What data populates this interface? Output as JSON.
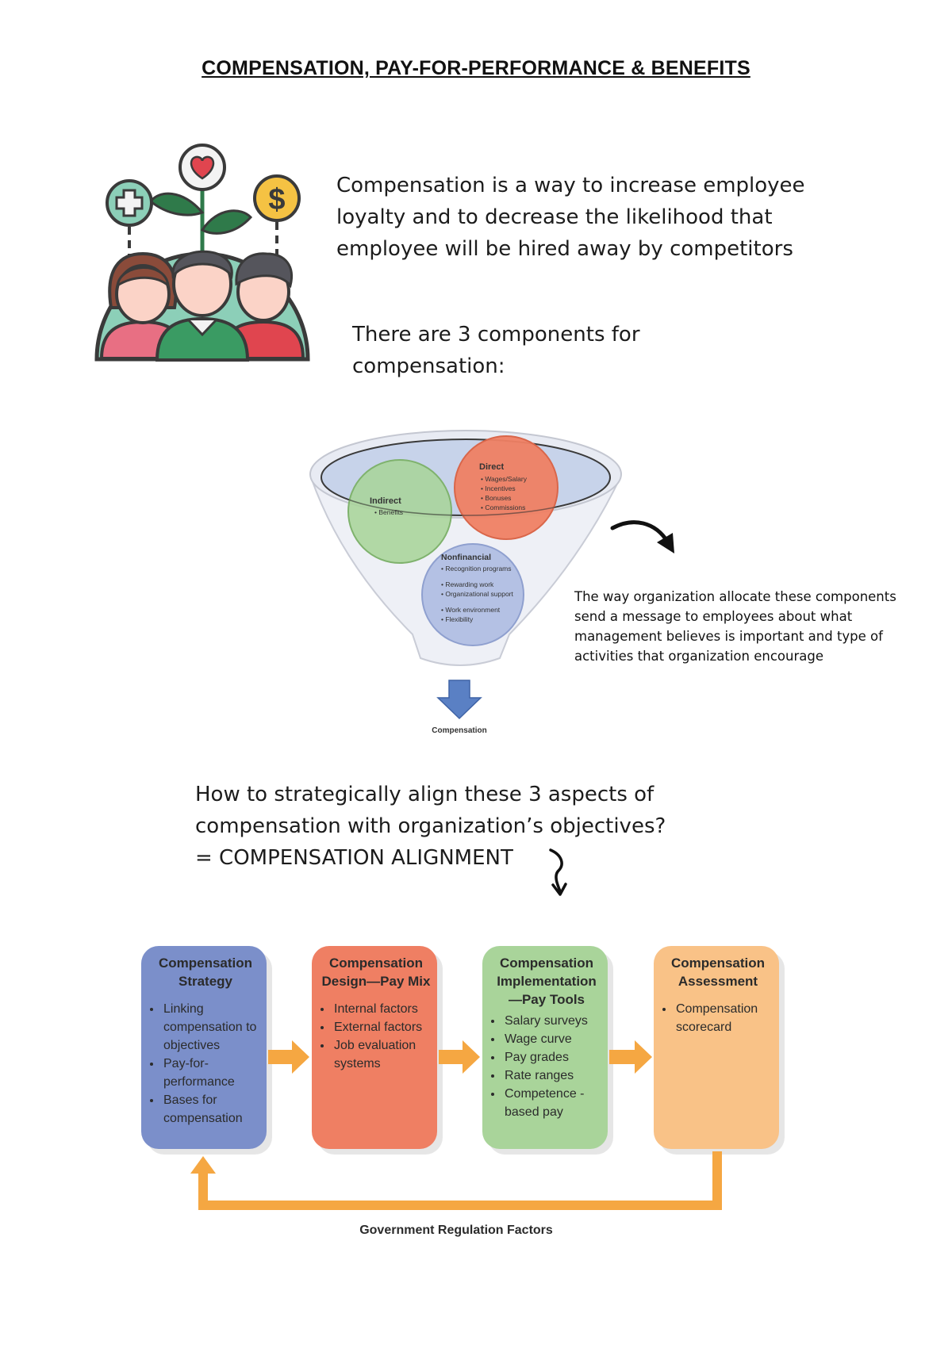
{
  "title": "COMPENSATION, PAY-FOR-PERFORMANCE & BENEFITS",
  "intro": {
    "lines": [
      "Compensation is a way to increase employee",
      "loyalty and to decrease the likelihood that",
      "employee will be hired away by competitors"
    ]
  },
  "components_heading": {
    "lines": [
      "There are 3 components for",
      "compensation:"
    ]
  },
  "funnel": {
    "direct": {
      "title": "Direct",
      "items": [
        "Wages/Salary",
        "Incentives",
        "Bonuses",
        "Commissions"
      ],
      "color": "#ef7f63"
    },
    "indirect": {
      "title": "Indirect",
      "items": [
        "Benefits"
      ],
      "color": "#a9d49a"
    },
    "nonfinancial": {
      "title": "Nonfinancial",
      "items": [
        "Recognition programs",
        "Rewarding work",
        "Organizational support",
        "Work environment",
        "Flexibility"
      ],
      "color": "#b4c1e4"
    },
    "output_label": "Compensation"
  },
  "allocation_note": {
    "lines": [
      "The way organization allocate these components",
      "send a message to employees about what",
      "management believes is important and type of",
      "activities that organization encourage"
    ]
  },
  "alignment_question": {
    "lines": [
      "How to strategically align these 3 aspects of",
      "compensation with organization’s objectives?",
      "= COMPENSATION ALIGNMENT"
    ]
  },
  "flow": [
    {
      "title": "Compensation Strategy",
      "items": [
        "Linking compensation to objectives",
        "Pay-for-performance",
        "Bases for compensation"
      ],
      "color": "#7b8fca"
    },
    {
      "title": "Compensation Design—Pay Mix",
      "items": [
        "Internal factors",
        "External factors",
        "Job evaluation systems"
      ],
      "color": "#ef7f63"
    },
    {
      "title": "Compensation Implementation —Pay Tools",
      "items": [
        "Salary surveys",
        "Wage curve",
        "Pay grades",
        "Rate ranges",
        "Competence - based pay"
      ],
      "color": "#a9d49a"
    },
    {
      "title": "Compensation Assessment",
      "items": [
        "Compensation scorecard"
      ],
      "color": "#f9c287"
    }
  ],
  "feedback_label": "Government Regulation Factors",
  "colors": {
    "arrow_orange": "#f5a742",
    "down_arrow_blue": "#5a80c4",
    "illustration_teal": "#8ccfb8",
    "heart_red": "#e0454f",
    "dollar_gold": "#f5c243"
  },
  "icons": [
    "medical-cross-icon",
    "heart-icon",
    "dollar-coin-icon",
    "plant-icon",
    "people-group-icon"
  ]
}
